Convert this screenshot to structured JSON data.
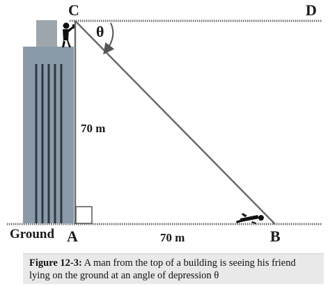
{
  "points": {
    "top": "C",
    "far": "D",
    "base": "A",
    "friend": "B"
  },
  "angle_symbol": "θ",
  "height_label": "70 m",
  "distance_label": "70 m",
  "ground_label": "Ground",
  "caption": {
    "figure_number": "Figure 12-3:",
    "text": "A man from the top of a building is seeing his friend lying on the ground at an angle of depression θ"
  },
  "colors": {
    "building": "#8a9aa8",
    "building_roof": "#9ea6ad",
    "lines": "#6a6a6a",
    "caption_bg": "#e9e9e9"
  }
}
